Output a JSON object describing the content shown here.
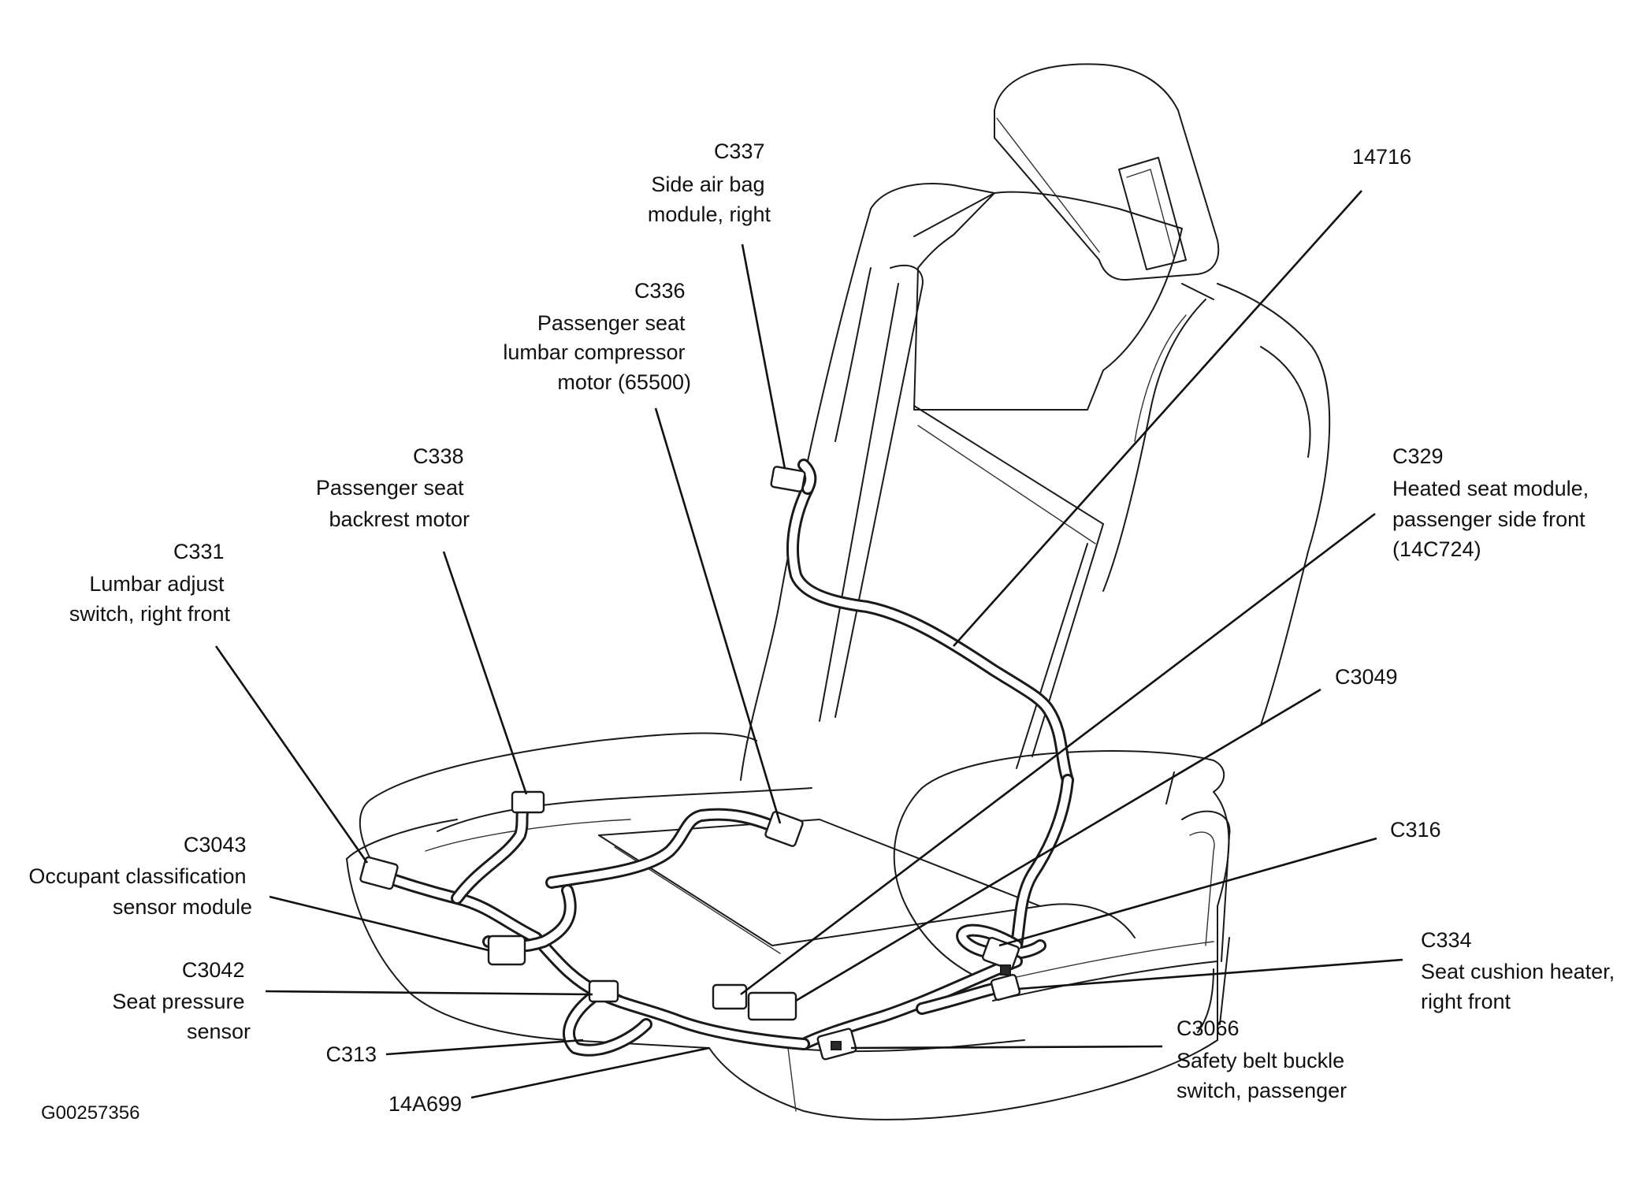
{
  "figure_id": "G00257356",
  "callouts": [
    {
      "id": "c337",
      "lines": [
        "C337",
        "Side air bag",
        "module, right"
      ]
    },
    {
      "id": "c336",
      "lines": [
        "C336",
        "Passenger seat",
        "lumbar compressor",
        "motor (65500)"
      ]
    },
    {
      "id": "w14716",
      "lines": [
        "14716"
      ]
    },
    {
      "id": "c338",
      "lines": [
        "C338",
        "Passenger seat",
        "backrest motor"
      ]
    },
    {
      "id": "c331",
      "lines": [
        "C331",
        "Lumbar adjust",
        "switch, right front"
      ]
    },
    {
      "id": "c329",
      "lines": [
        "C329",
        "Heated seat module,",
        "passenger side front",
        "(14C724)"
      ]
    },
    {
      "id": "c3049",
      "lines": [
        "C3049"
      ]
    },
    {
      "id": "c3043",
      "lines": [
        "C3043",
        "Occupant classification",
        "sensor module"
      ]
    },
    {
      "id": "c316",
      "lines": [
        "C316"
      ]
    },
    {
      "id": "c3042",
      "lines": [
        "C3042",
        "Seat pressure",
        "sensor"
      ]
    },
    {
      "id": "c334",
      "lines": [
        "C334",
        "Seat cushion heater,",
        "right front"
      ]
    },
    {
      "id": "c313",
      "lines": [
        "C313"
      ]
    },
    {
      "id": "c3066",
      "lines": [
        "C3066",
        "Safety belt buckle",
        "switch, passenger"
      ]
    },
    {
      "id": "w14a699",
      "lines": [
        "14A699"
      ]
    }
  ]
}
